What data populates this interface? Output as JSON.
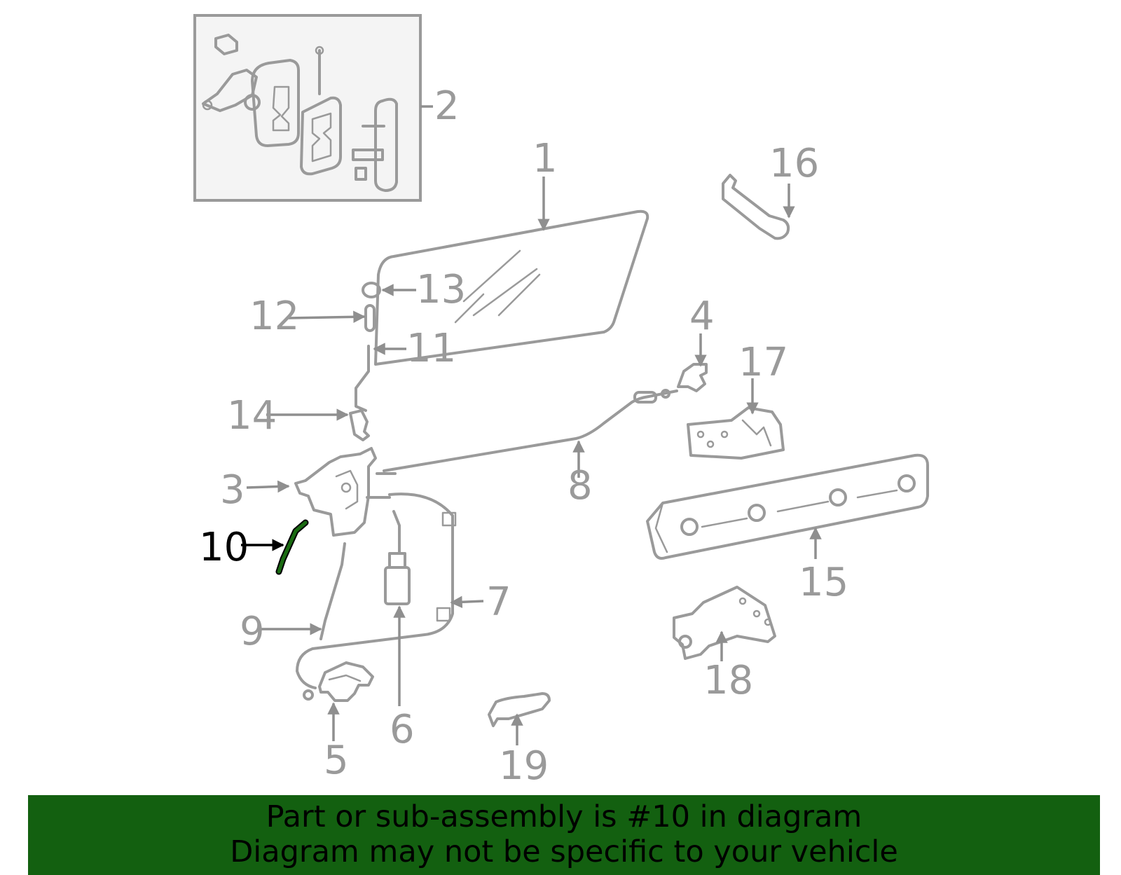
{
  "diagram": {
    "highlighted_part": "10",
    "highlight_color": "#1a6b12",
    "part_color": "#9a9a9a",
    "callouts": [
      "1",
      "2",
      "3",
      "4",
      "5",
      "6",
      "7",
      "8",
      "9",
      "10",
      "11",
      "12",
      "13",
      "14",
      "15",
      "16",
      "17",
      "18",
      "19"
    ]
  },
  "footer": {
    "line1": "Part or sub-assembly is #10 in diagram",
    "line2": "Diagram may not be specific to your vehicle",
    "background": "#136010"
  }
}
